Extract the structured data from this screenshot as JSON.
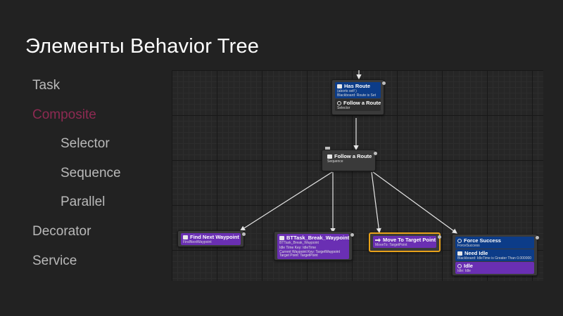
{
  "slide": {
    "title": "Элементы Behavior Tree",
    "bullets": [
      {
        "label": "Task",
        "level": 0,
        "active": false
      },
      {
        "label": "Composite",
        "level": 0,
        "active": true
      },
      {
        "label": "Selector",
        "level": 1,
        "active": false
      },
      {
        "label": "Sequence",
        "level": 1,
        "active": false
      },
      {
        "label": "Parallel",
        "level": 1,
        "active": false
      },
      {
        "label": "Decorator",
        "level": 0,
        "active": false
      },
      {
        "label": "Service",
        "level": 0,
        "active": false
      }
    ],
    "colors": {
      "background": "#222222",
      "title": "#ffffff",
      "bullet": "#b9b9b9",
      "active_bullet": "#8d2a52"
    }
  },
  "tree": {
    "root": {
      "decorator_title": "Has Route",
      "decorator_lines": [
        "(aborts self )",
        "Blackboard: Route is Set"
      ],
      "title": "Follow a Route",
      "subtitle": "Selector"
    },
    "sequence": {
      "title": "Follow a Route",
      "subtitle": "Sequence"
    },
    "find_waypoint": {
      "title": "Find Next Waypoint",
      "subtitle": "FindNextWaypoint"
    },
    "break_waypoint": {
      "title": "BTTask_Break_Waypoint",
      "subtitle": "BTTask_Break_Waypoint",
      "details": [
        "Idle Time Key: IdleTime",
        "Current Waypoint Key: TargetWaypoint",
        "Target Point: TargetPoint"
      ]
    },
    "move_to": {
      "title": "Move To Target Point",
      "subtitle": "MoveTo: TargetPoint"
    },
    "force_success": {
      "title": "Force Success",
      "subtitle": "ForceSuccess",
      "decorator_title": "Need Idle",
      "decorator_line": "Blackboard: IdleTime is Greater Than 0.000000",
      "task_title": "Idle",
      "task_subtitle": "Idle: Idle"
    }
  },
  "colors": {
    "composite_blue": "#0c3c88",
    "task_purple": "#6a2fb3",
    "selected_outline": "#e8a21a",
    "node_body": "#3a3a3a"
  }
}
